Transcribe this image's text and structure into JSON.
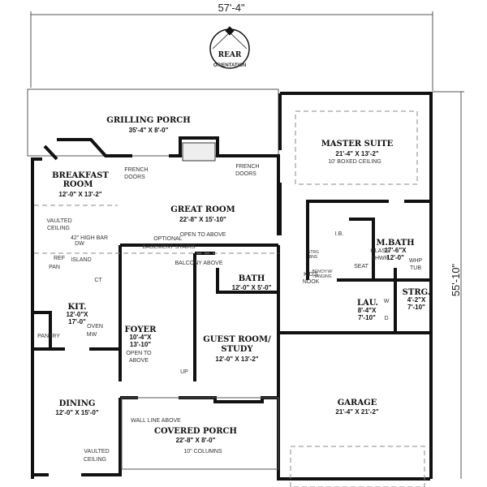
{
  "dimensions": {
    "width": "57'-4\"",
    "depth": "55'-10\""
  },
  "orientation": {
    "top": "REAR",
    "bottom": "ORIENTATION"
  },
  "rooms": [
    {
      "name": "GRILLING PORCH",
      "size": "35'-4\" X 8'-0\""
    },
    {
      "name": "MASTER SUITE",
      "size": "21'-4\" X 13'-2\"",
      "note": "10' BOXED CEILING"
    },
    {
      "name": "BREAKFAST",
      "name2": "ROOM",
      "size": "12'-0\" X 13'-2\""
    },
    {
      "name": "GREAT ROOM",
      "size": "22'-8\" X 15'-10\"",
      "note": "OPEN TO ABOVE"
    },
    {
      "name": "M.BATH",
      "size": "17'-6\"X",
      "size2": "12'-0\""
    },
    {
      "name": "BATH",
      "size": "12'-0\" X 5'-0\""
    },
    {
      "name": "KIT.",
      "size": "12'-0\"X",
      "size2": "17'-0\""
    },
    {
      "name": "FOYER",
      "size": "10'-4\"X",
      "size2": "13'-10\"",
      "note": "OPEN TO",
      "note2": "ABOVE"
    },
    {
      "name": "LAU.",
      "size": "8'-4\"X",
      "size2": "7'-10\""
    },
    {
      "name": "STRG.",
      "size": "4'-2\"X",
      "size2": "7'-10\""
    },
    {
      "name": "GUEST ROOM/",
      "name2": "STUDY",
      "size": "12'-0\" X 13'-2\""
    },
    {
      "name": "DINING",
      "size": "12'-0\" X 15'-0\""
    },
    {
      "name": "COVERED PORCH",
      "size": "22'-8\" X 8'-0\"",
      "note": "10\" COLUMNS"
    },
    {
      "name": "GARAGE",
      "size": "21'-4\" X 21'-2\""
    }
  ],
  "notes": {
    "french_doors_1": "FRENCH",
    "french_doors_1b": "DOORS",
    "french_doors_2": "FRENCH",
    "french_doors_2b": "DOORS",
    "vaulted_1": "VAULTED",
    "vaulted_1b": "CEILING",
    "high_bar": "42\" HIGH BAR",
    "balcony": "BALCONY ABOVE",
    "basement_1": "OPTIONAL",
    "basement_2": "BASEMENT STAIRS",
    "pan": "PAN",
    "dw": "DW",
    "ref": "REF",
    "island": "ISLAND",
    "ct": "CT",
    "oven": "OVEN",
    "mw": "MW",
    "pantry": "PANTRY",
    "up": "UP",
    "kids_1": "KID'S",
    "kids_2": "NOOK",
    "ib": "I.B.",
    "seat": "SEAT",
    "bench_1": "BENCH W/",
    "bench_2": "HANGING",
    "strg_bns_1": "STRG",
    "strg_bns_2": "BNS",
    "glass_1": "GLASS",
    "glass_2": "SHWR",
    "whp_1": "WHP",
    "whp_2": "TUB",
    "w": "W",
    "d": "D",
    "wall_line": "WALL LINE ABOVE",
    "vaulted_2": "VAULTED",
    "vaulted_2b": "CEILING"
  }
}
